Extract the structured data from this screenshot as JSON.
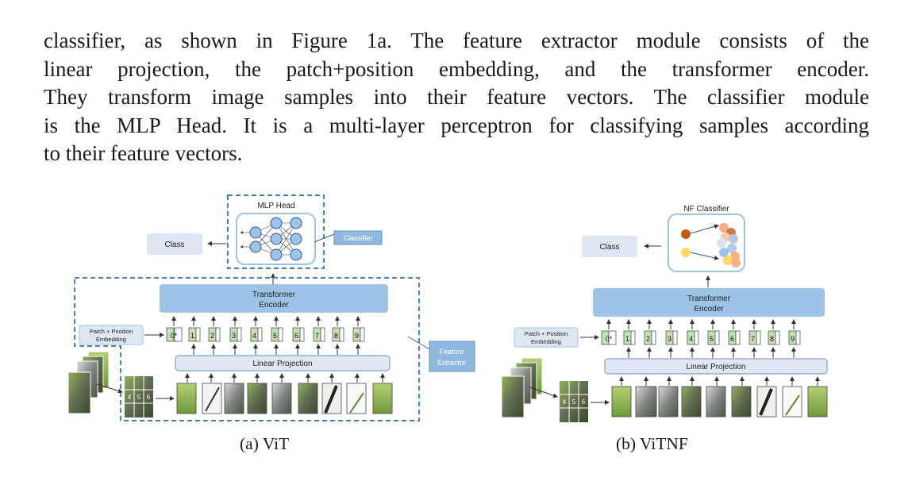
{
  "paragraph": {
    "lines": [
      "classifier, as shown in Figure 1a. The feature extractor module consists of the",
      "linear projection, the patch+position embedding, and the transformer encoder.",
      "They transform image samples into their feature vectors. The classifier module",
      "is the MLP Head. It is a multi-layer perceptron for classifying samples according",
      "to their feature vectors."
    ]
  },
  "figure_a": {
    "caption": "(a) ViT",
    "mlp_head": "MLP Head",
    "class_label": "Class",
    "classifier_tag": "Classifier",
    "transformer_line1": "Transformer",
    "transformer_line2": "Encoder",
    "embed_line1": "Patch + Position",
    "embed_line2": "Embedding",
    "linear_projection": "Linear Projection",
    "feature_line1": "Feature",
    "feature_line2": "Extractor",
    "tokens": [
      "0*",
      "1",
      "2",
      "3",
      "4",
      "5",
      "6",
      "7",
      "8",
      "9"
    ],
    "grid_labels": [
      "4",
      "5",
      "6"
    ]
  },
  "figure_b": {
    "caption": "(b) ViTNF",
    "nf_classifier": "NF Classifier",
    "class_label": "Class",
    "transformer_line1": "Transformer",
    "transformer_line2": "Encoder",
    "embed_line1": "Patch + Position",
    "embed_line2": "Embedding",
    "linear_projection": "Linear Projection",
    "tokens": [
      "0*",
      "1",
      "2",
      "3",
      "4",
      "5",
      "6",
      "7",
      "8",
      "9"
    ],
    "grid_labels": [
      "4",
      "5",
      "6"
    ]
  },
  "colors": {
    "box_blue": "#9dc3e6",
    "pale_blue": "#dde8f3",
    "dashed_blue": "#4a7ebb",
    "token_green": "#c5e0b4",
    "feature_tag": "#8fb8e0",
    "node_blue": "#9dc3e6",
    "nf_orange": "#c55a11",
    "nf_yellow": "#ffd966"
  }
}
